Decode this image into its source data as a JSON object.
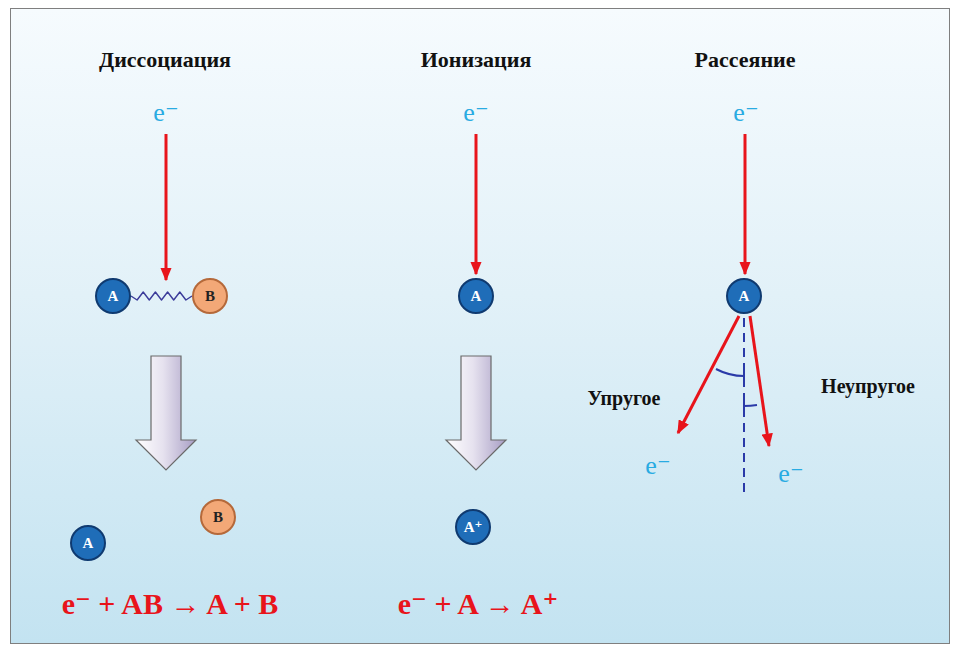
{
  "diagram": {
    "nodes": [
      {
        "text": [
          "A"
        ]
      },
      {
        "text": [
          "B"
        ]
      },
      {
        "text": [
          "A"
        ]
      },
      {
        "text": [
          "A"
        ]
      },
      {
        "text": [
          "B"
        ]
      },
      {
        "text": [
          "A⁺"
        ]
      },
      {
        "text": [
          "A"
        ]
      }
    ],
    "edges": [
      {
        "from": 0,
        "to": 1,
        "arrow": "none"
      }
    ],
    "labels": [
      "Диссоциация",
      "Ионизация",
      "Рассеяние",
      "e⁻",
      "e⁻",
      "e⁻",
      "Упругое",
      "Неупругое",
      "e⁻",
      "e⁻",
      "e⁻ + AB → A + B",
      "e⁻ + A → A⁺"
    ]
  }
}
